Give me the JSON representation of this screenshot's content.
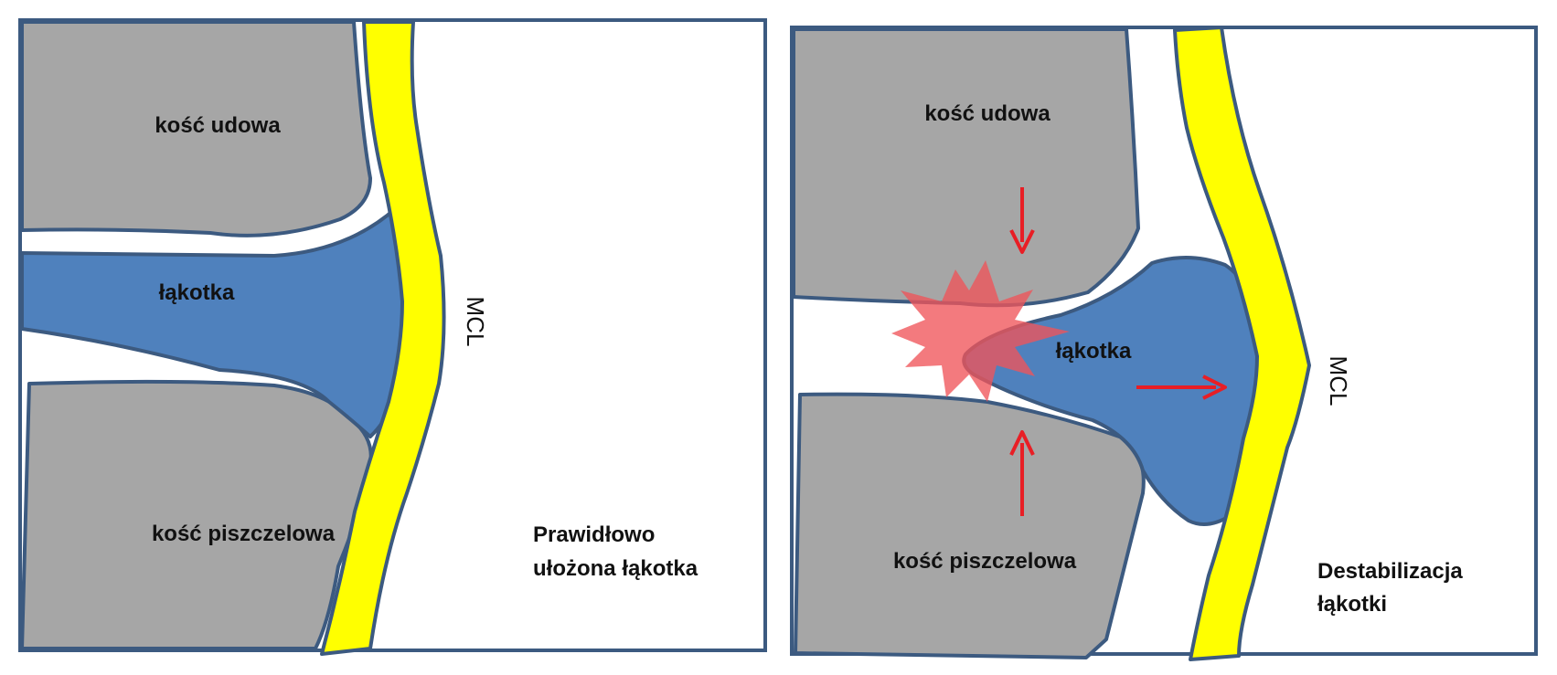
{
  "colors": {
    "bone": "#a6a6a6",
    "meniscus": "#4f81bd",
    "ligament": "#ffff00",
    "outline": "#3c5a80",
    "injury": "#f0555a",
    "arrow": "#e81e25"
  },
  "left_panel": {
    "femur_label": "kość udowa",
    "meniscus_label": "łąkotka",
    "tibia_label": "kość piszczelowa",
    "ligament_label": "MCL",
    "caption_line1": "Prawidłowo",
    "caption_line2": "ułożona łąkotka"
  },
  "right_panel": {
    "femur_label": "kość udowa",
    "meniscus_label": "łąkotka",
    "tibia_label": "kość piszczelowa",
    "ligament_label": "MCL",
    "caption_line1": "Destabilizacja",
    "caption_line2": "łąkotki"
  }
}
